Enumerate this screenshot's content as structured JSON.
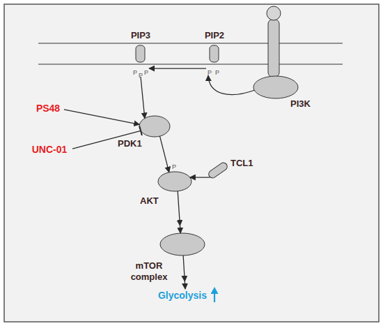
{
  "diagram": {
    "nodes": [
      {
        "text": [
          "PIP3"
        ]
      },
      {
        "text": [
          "PIP2"
        ]
      },
      {
        "text": [
          "PI3K"
        ]
      },
      {
        "text": [
          "PS48"
        ]
      },
      {
        "text": [
          "UNC-01"
        ]
      },
      {
        "text": [
          "PDK1"
        ]
      },
      {
        "text": [
          "TCL1"
        ]
      },
      {
        "text": [
          "AKT"
        ]
      },
      {
        "text": [
          "mTOR complex"
        ]
      },
      {
        "text": [
          "Glycolysis"
        ]
      }
    ],
    "edges": [
      {
        "from": 1,
        "to": 0,
        "arrow": "to"
      },
      {
        "from": 0,
        "to": 5,
        "arrow": "to"
      },
      {
        "from": 3,
        "to": 5,
        "arrow": "to"
      },
      {
        "from": 4,
        "to": 5,
        "arrow": "to"
      },
      {
        "from": 5,
        "to": 7,
        "arrow": "to"
      },
      {
        "from": 6,
        "to": 7,
        "arrow": "to"
      },
      {
        "from": 7,
        "to": 8,
        "arrow": "to"
      },
      {
        "from": 8,
        "to": 9,
        "arrow": "to"
      }
    ],
    "labels": [
      "P",
      "P",
      "P",
      "P",
      "P",
      "P"
    ]
  }
}
